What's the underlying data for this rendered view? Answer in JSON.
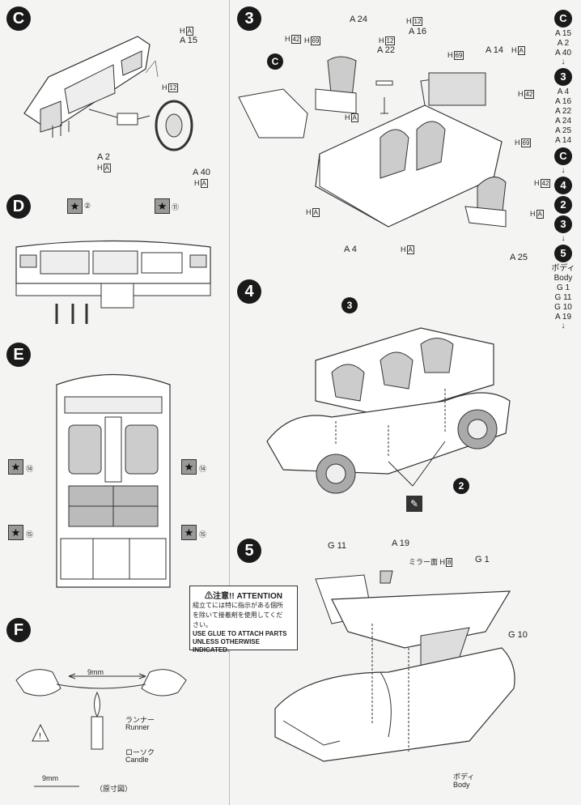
{
  "steps": {
    "C": {
      "badge": "C",
      "labels": {
        "a15": "A 15",
        "h_a1": "H",
        "h_a1b": "A",
        "h12": "H",
        "h12b": "12",
        "a2": "A 2",
        "h_a2": "H",
        "h_a2b": "A",
        "a40": "A 40",
        "h_a3": "H",
        "h_a3b": "A"
      }
    },
    "D": {
      "badge": "D",
      "stars": [
        "②",
        "⑪"
      ]
    },
    "E": {
      "badge": "E",
      "stars": [
        "⑭",
        "⑭",
        "⑮",
        "⑮"
      ]
    },
    "F": {
      "badge": "F",
      "dim": "9mm",
      "runner_jp": "ランナー",
      "runner_en": "Runner",
      "candle_jp": "ローソク",
      "candle_en": "Candle",
      "scale": "9mm",
      "actual": "（原寸図）"
    },
    "S3": {
      "badge": "3",
      "labels": {
        "a24": "A 24",
        "h12": "H",
        "h12b": "12",
        "a16": "A 16",
        "a22": "A 22",
        "h42": "H",
        "h42b": "42",
        "h69": "H",
        "h69b": "69",
        "h69c": "H",
        "h69d": "69",
        "a14": "A 14",
        "ha1": "H",
        "ha1b": "A",
        "h42c": "H",
        "h42d": "42",
        "c": "C",
        "ha2": "H",
        "ha2b": "A",
        "ha3": "H",
        "ha3b": "A",
        "ha4": "H",
        "ha4b": "A",
        "h69e": "H",
        "h69f": "69",
        "h42e": "H",
        "h42f": "42",
        "ha5": "H",
        "ha5b": "A",
        "a4": "A 4",
        "ha6": "H",
        "ha6b": "A",
        "a25": "A 25"
      }
    },
    "S4": {
      "badge": "4",
      "sub3": "3",
      "sub2": "2"
    },
    "S5": {
      "badge": "5",
      "g11": "G 11",
      "a19": "A 19",
      "mirror": "ミラー面",
      "mirror_h": "H",
      "mirror_hb": "8",
      "g1": "G 1",
      "g10": "G 10",
      "body_jp": "ボディ",
      "body_en": "Body"
    }
  },
  "sequence": [
    "C",
    "A 15",
    "A 2",
    "A 40",
    "↓",
    "3",
    "A 4",
    "A 16",
    "A 22",
    "A 24",
    "A 25",
    "A 14",
    "C",
    "↓",
    "4",
    "2",
    "3",
    "↓",
    "5",
    "ボディ",
    "Body",
    "G 1",
    "G 11",
    "G 10",
    "A 19",
    "↓"
  ],
  "attention": {
    "title": "⚠注意!! ATTENTION",
    "jp1": "組立てには特に指示がある個所",
    "jp2": "を除いて接着剤を使用してくだ",
    "jp3": "さい。",
    "en1": "USE GLUE TO ATTACH PARTS",
    "en2": "UNLESS OTHERWISE INDICATED."
  }
}
